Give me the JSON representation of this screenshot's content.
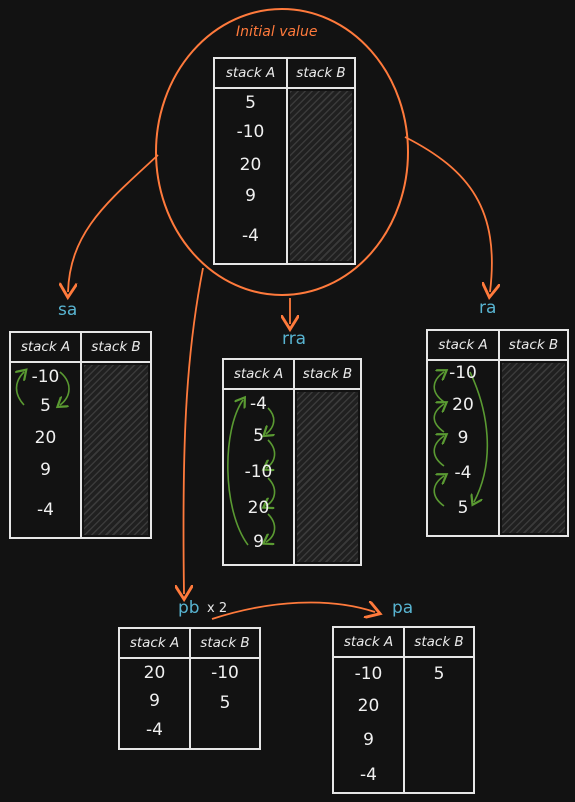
{
  "title": "Initial value",
  "headers": {
    "a": "stack A",
    "b": "stack B"
  },
  "ops": {
    "sa": "sa",
    "rra": "rra",
    "ra": "ra",
    "pb": "pb",
    "pb_times": "x 2",
    "pa": "pa"
  },
  "initial": {
    "a": [
      "5",
      "-10",
      "20",
      "9",
      "-4"
    ],
    "b": []
  },
  "sa": {
    "a": [
      "-10",
      "5",
      "20",
      "9",
      "-4"
    ],
    "b": []
  },
  "rra": {
    "a": [
      "-4",
      "5",
      "-10",
      "20",
      "9"
    ],
    "b": []
  },
  "ra": {
    "a": [
      "-10",
      "20",
      "9",
      "-4",
      "5"
    ],
    "b": []
  },
  "pb": {
    "a": [
      "20",
      "9",
      "-4"
    ],
    "b": [
      "-10",
      "5"
    ]
  },
  "pa": {
    "a": [
      "-10",
      "20",
      "9",
      "-4"
    ],
    "b": [
      "5"
    ]
  },
  "colors": {
    "circle": "#ff7a3c",
    "arrow": "#ff7a3c",
    "green_arrow": "#5a9a32",
    "label": "#58b4d1",
    "line": "#e6e6e6"
  }
}
